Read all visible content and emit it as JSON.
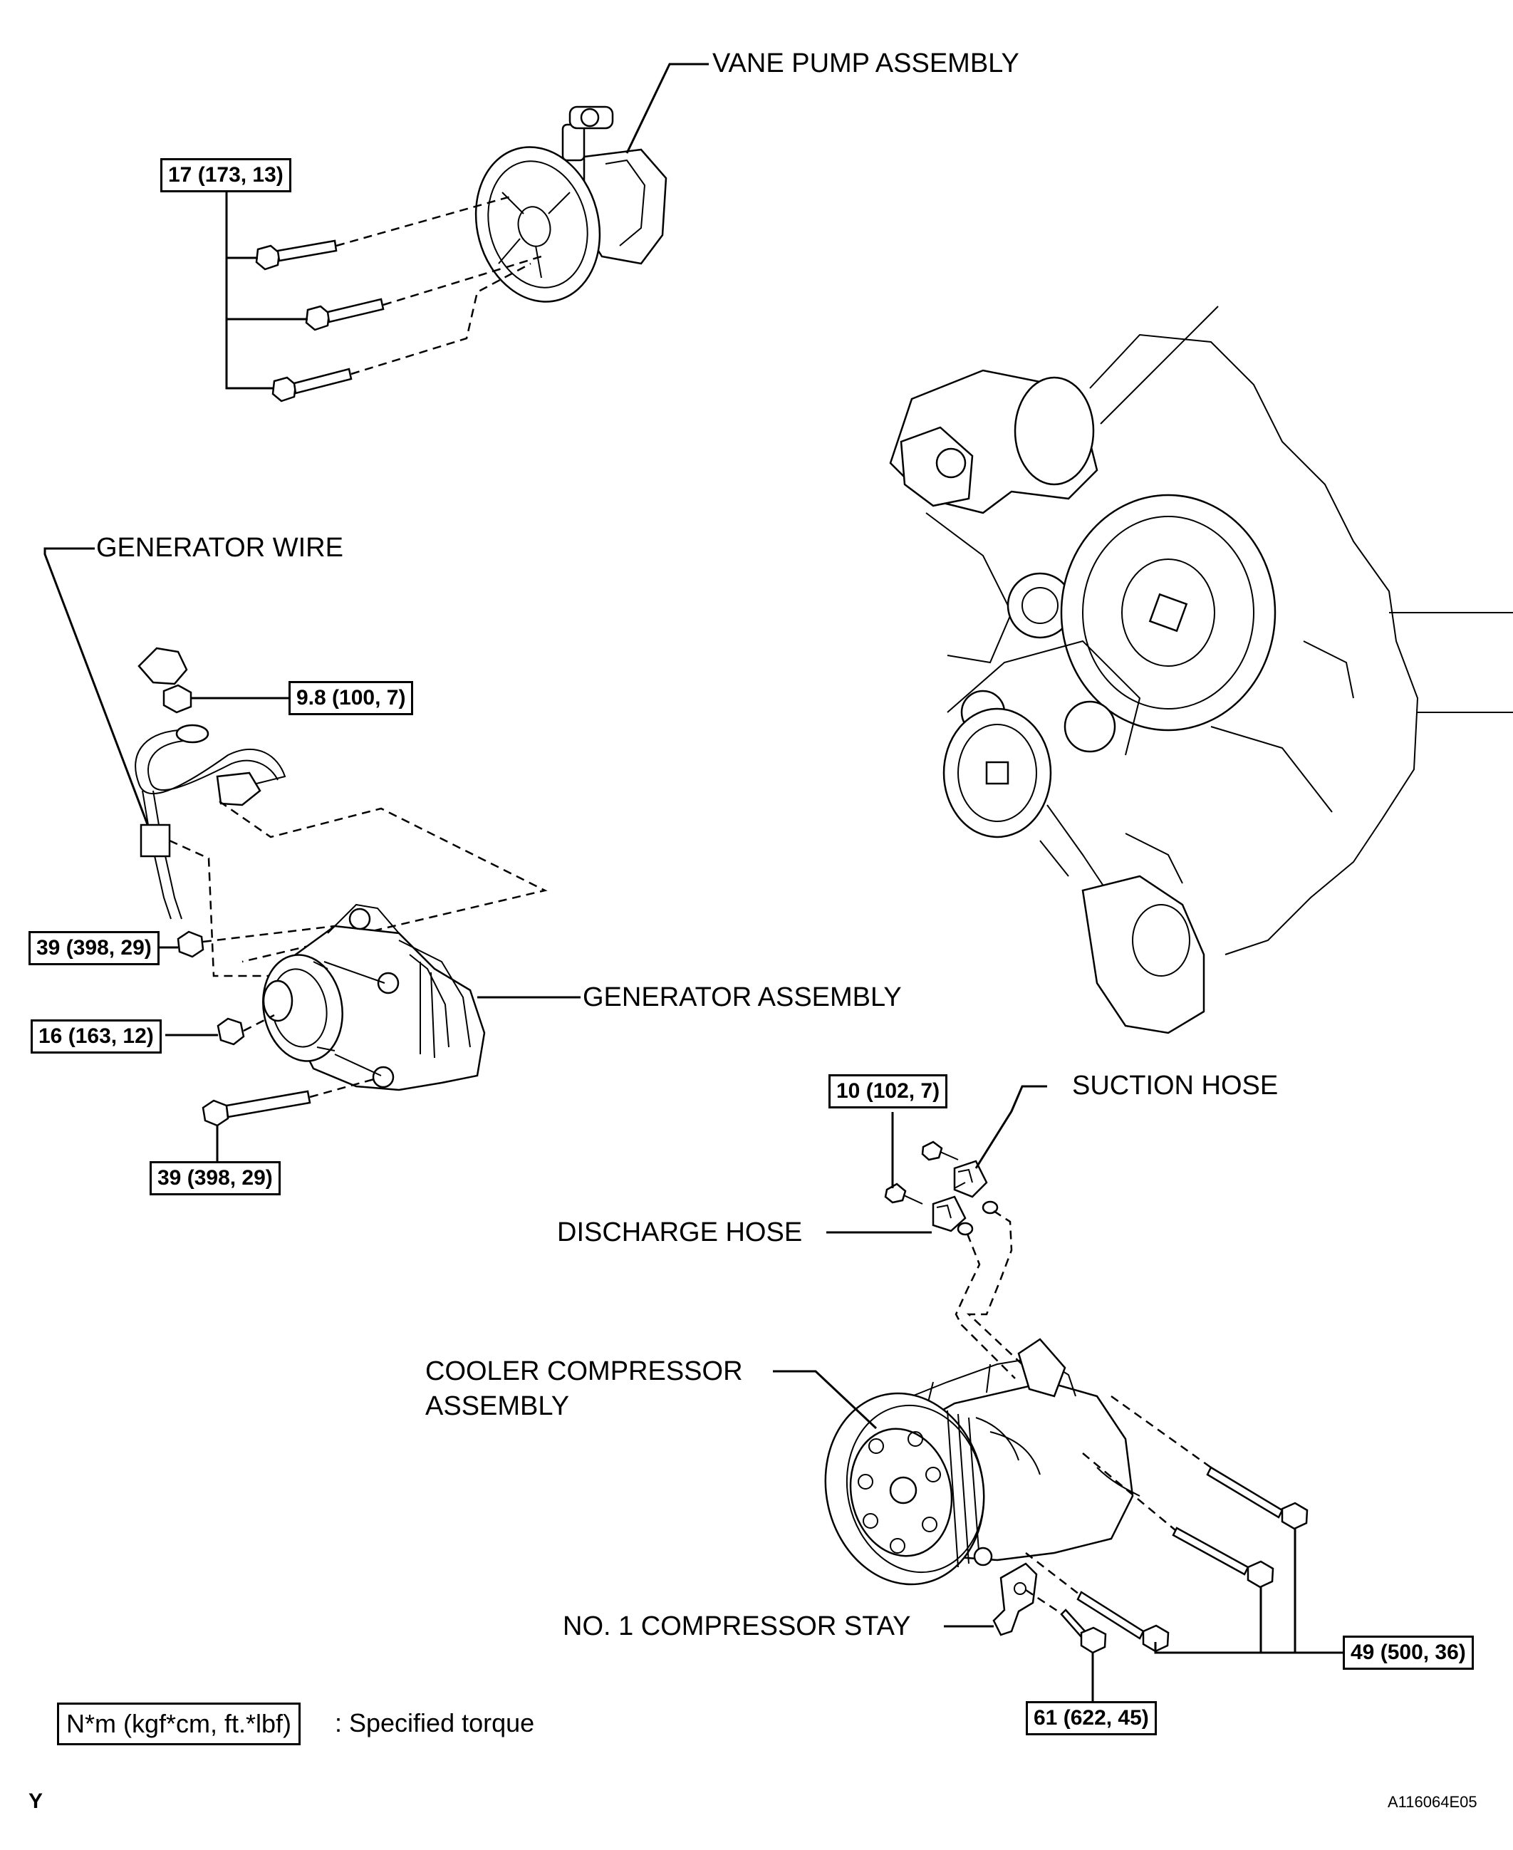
{
  "labels": {
    "vane_pump": "VANE PUMP ASSEMBLY",
    "generator_wire": "GENERATOR WIRE",
    "generator_assembly": "GENERATOR ASSEMBLY",
    "suction_hose": "SUCTION HOSE",
    "discharge_hose": "DISCHARGE HOSE",
    "cooler_compressor_line1": "COOLER COMPRESSOR",
    "cooler_compressor_line2": "ASSEMBLY",
    "compressor_stay": "NO. 1 COMPRESSOR STAY"
  },
  "torques": {
    "vane_pump_bolts": "17 (173, 13)",
    "generator_wire_nut": "9.8 (100, 7)",
    "generator_upper_nut": "39 (398, 29)",
    "generator_pulley_nut": "16 (163, 12)",
    "generator_lower_bolt": "39 (398, 29)",
    "hose_bolts": "10 (102, 7)",
    "compressor_bolts": "49 (500, 36)",
    "stay_bolt": "61 (622, 45)"
  },
  "legend": {
    "unit_box": "N*m (kgf*cm, ft.*lbf)",
    "description": ": Specified torque"
  },
  "corner": {
    "left_code": "Y",
    "figure_id": "A116064E05"
  }
}
